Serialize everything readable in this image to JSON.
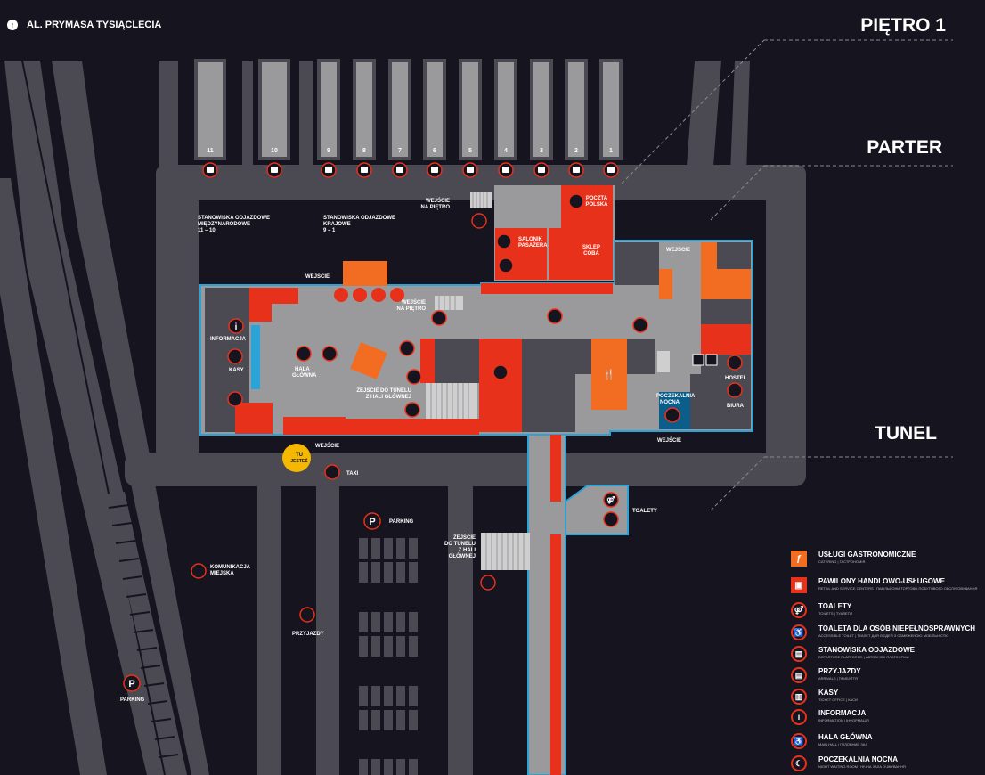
{
  "street": {
    "icon": "navigation-arrow-icon",
    "name": "AL. PRYMASA TYSIĄCLECIA"
  },
  "floors": {
    "first": "PIĘTRO 1",
    "ground": "PARTER",
    "tunnel": "TUNEL"
  },
  "platforms": [
    "11",
    "10",
    "9",
    "8",
    "7",
    "6",
    "5",
    "4",
    "3",
    "2",
    "1"
  ],
  "labels": {
    "stanowiska_int": "STANOWISKA ODJAZDOWE",
    "stanowiska_int2": "MIĘDZYNARODOWE",
    "stanowiska_int3": "11 – 10",
    "stanowiska_kraj": "STANOWISKA ODJAZDOWE",
    "stanowiska_kraj2": "KRAJOWE",
    "stanowiska_kraj3": "9 – 1",
    "wejscie_pietro_1a": "WEJŚCIE",
    "wejscie_pietro_1b": "NA PIĘTRO",
    "wejscie_pietro_2a": "WEJŚCIE",
    "wejscie_pietro_2b": "NA PIĘTRO",
    "poczta_1": "POCZTA",
    "poczta_2": "POLSKA",
    "salonik_1": "SALONIK",
    "salonik_2": "PASAŻERA",
    "sklep_1": "SKLEP",
    "sklep_2": "COBA",
    "wejscie_top": "WEJŚCIE",
    "wejscie_left": "WEJŚCIE",
    "wejscie_bottom": "WEJŚCIE",
    "wejscie_right": "WEJŚCIE",
    "informacja": "INFORMACJA",
    "kasy": "KASY",
    "hala_1": "HALA",
    "hala_2": "GŁÓWNA",
    "zejscie_hala_1": "ZEJŚCIE DO TUNELU",
    "zejscie_hala_2": "Z HALI GŁÓWNEJ",
    "poczekalnia_1": "POCZEKALNIA",
    "poczekalnia_2": "NOCNA",
    "hostel": "HOSTEL",
    "biura": "BIURA",
    "tu_1": "TU",
    "tu_2": "JESTEŚ",
    "taxi": "TAXI",
    "parking_1": "PARKING",
    "parking_2": "PARKING",
    "toalety": "TOALETY",
    "zejscie_tunel_1": "ZEJŚCIE",
    "zejscie_tunel_2": "DO TUNELU",
    "zejscie_tunel_3": "Z HALI",
    "zejscie_tunel_4": "GŁÓWNEJ",
    "komunikacja_1": "KOMUNIKACJA",
    "komunikacja_2": "MIEJSKA",
    "przyjazdy": "PRZYJAZDY",
    "p_letter": "P"
  },
  "legend": [
    {
      "icon": "restaurant-icon",
      "title": "USŁUGI GASTRONOMICZNE",
      "subtitle": "CATERING | ГАСТРОНОМІЯ",
      "style": "square-orange"
    },
    {
      "icon": "shopping-basket-icon",
      "title": "PAWILONY HANDLOWO-USŁUGOWE",
      "subtitle": "RETAIL AND SERVICE CENTERS | ПАВІЛЬЙОНИ ТОРГОВО-ПОБУТОВОГО ОБСЛУГОВУВАННЯ",
      "style": "square-red"
    },
    {
      "icon": "toilets-icon",
      "title": "TOALETY",
      "subtitle": "TOILETS | ТУАЛЕТИ",
      "style": "circle"
    },
    {
      "icon": "accessible-toilet-icon",
      "title": "TOALETA DLA OSÓB NIEPEŁNOSPRAWNYCH",
      "subtitle": "ACCESSIBLE TOILET | ТУАЛЕТ ДЛЯ ЛЮДЕЙ З ОБМЕЖЕНОЮ МОБІЛЬНІСТЮ",
      "style": "circle"
    },
    {
      "icon": "bus-icon",
      "title": "STANOWISKA ODJAZDOWE",
      "subtitle": "DEPARTURE PLATFORMS | АВТОБУСНІ ПЛАТФОРМИ",
      "style": "circle"
    },
    {
      "icon": "bus-icon",
      "title": "PRZYJAZDY",
      "subtitle": "ARRIVALS | ПРИБУТТЯ",
      "style": "circle"
    },
    {
      "icon": "ticket-office-icon",
      "title": "KASY",
      "subtitle": "TICKET OFFICE | КАСИ",
      "style": "circle"
    },
    {
      "icon": "information-icon",
      "title": "INFORMACJA",
      "subtitle": "INFORMATION | ІНФОРМАЦІЯ",
      "style": "circle"
    },
    {
      "icon": "main-hall-icon",
      "title": "HALA GŁÓWNA",
      "subtitle": "MAIN HALL | ГОЛОВНИЙ ЗАЛ",
      "style": "circle"
    },
    {
      "icon": "night-waiting-room-icon",
      "title": "POCZEKALNIA NOCNA",
      "subtitle": "NIGHT WAITING ROOM | НІЧНА ЗАЛА ОЧІКУВАННЯ",
      "style": "circle"
    }
  ],
  "colors": {
    "background": "#15141f",
    "road": "#4b4a52",
    "floor": "#9a9a9c",
    "red": "#e8311a",
    "orange": "#f26d21",
    "blue": "#2aa3d8",
    "you_are_here": "#f5b800"
  }
}
